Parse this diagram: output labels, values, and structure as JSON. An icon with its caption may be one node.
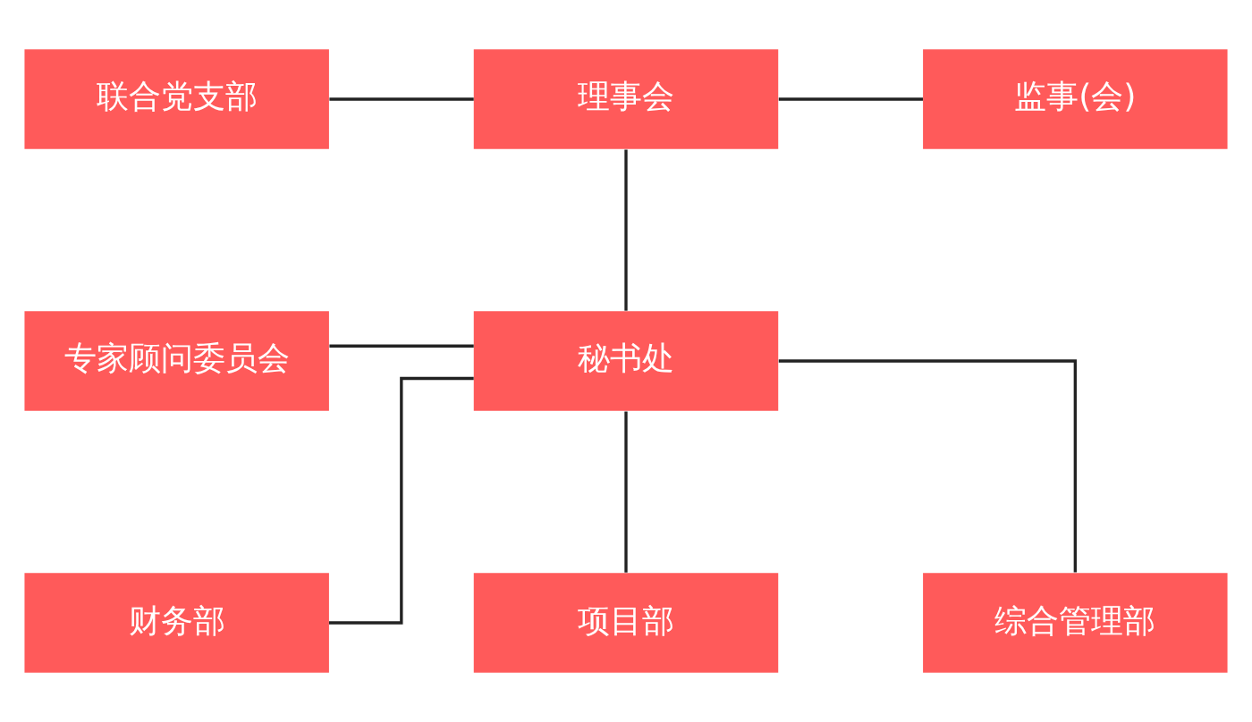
{
  "diagram": {
    "nodes": [
      {
        "text": [
          "联合党支部"
        ]
      },
      {
        "text": [
          "理事会"
        ]
      },
      {
        "text": [
          "监事(会)"
        ]
      },
      {
        "text": [
          "专家顾问委员会"
        ]
      },
      {
        "text": [
          "秘书处"
        ]
      },
      {
        "text": [
          "财务部"
        ]
      },
      {
        "text": [
          "项目部"
        ]
      },
      {
        "text": [
          "综合管理部"
        ]
      }
    ],
    "edges": [
      {
        "from": 0,
        "to": 1,
        "arrow": "none"
      },
      {
        "from": 1,
        "to": 2,
        "arrow": "none"
      },
      {
        "from": 1,
        "to": 4,
        "arrow": "none"
      },
      {
        "from": 3,
        "to": 4,
        "arrow": "none"
      },
      {
        "from": 4,
        "to": 5,
        "arrow": "none"
      },
      {
        "from": 4,
        "to": 6,
        "arrow": "none"
      },
      {
        "from": 4,
        "to": 7,
        "arrow": "none"
      }
    ]
  }
}
